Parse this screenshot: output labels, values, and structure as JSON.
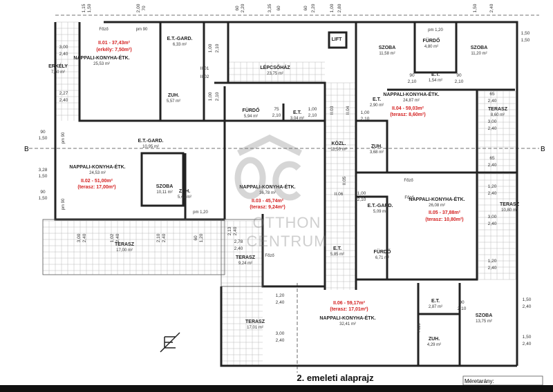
{
  "title": "2. emeleti alaprajz",
  "scale_label": "Méretarány:",
  "section_marker": "B",
  "watermark": {
    "line1": "OTTHON",
    "line2": "CENTRUM"
  },
  "units": [
    {
      "id": "II.01",
      "area": "II.01 - 37,43m²",
      "extra": "(erkély: 7,50m²)"
    },
    {
      "id": "II.02",
      "area": "II.02 - 51,00m²",
      "extra": "(terasz: 17,00m²)"
    },
    {
      "id": "II.03",
      "area": "II.03 - 45,74m²",
      "extra": "(terasz: 9,24m²)"
    },
    {
      "id": "II.04",
      "area": "II.04 - 59,03m²",
      "extra": "(terasz: 8,60m²)"
    },
    {
      "id": "II.05",
      "area": "II.05 - 37,88m²",
      "extra": "(terasz: 10,80m²)"
    },
    {
      "id": "II.06",
      "area": "II.06 - 59,17m²",
      "extra": "(terasz: 17,01m²)"
    }
  ],
  "rooms": [
    {
      "name": "NAPPALI-KONYHA-ÉTK.",
      "area": "25,53 m²"
    },
    {
      "name": "E.T.-GARD.",
      "area": "6,33 m²"
    },
    {
      "name": "ERKÉLY",
      "area": "7,50 m²"
    },
    {
      "name": "ZUH.",
      "area": "5,57 m²"
    },
    {
      "name": "LÉPCSŐHÁZ",
      "area": "23,75 m²"
    },
    {
      "name": "LIFT",
      "area": ""
    },
    {
      "name": "FÜRDŐ",
      "area": "5,94 m²"
    },
    {
      "name": "E.T.",
      "area": "3,04 m²"
    },
    {
      "name": "KÖZL.",
      "area": "11,50 m²"
    },
    {
      "name": "SZOBA",
      "area": "11,58 m²"
    },
    {
      "name": "FÜRDŐ",
      "area": "4,80 m²"
    },
    {
      "name": "SZOBA",
      "area": "11,20 m²"
    },
    {
      "name": "E.T.",
      "area": "1,54 m²"
    },
    {
      "name": "NAPPALI-KONYHA-ÉTK.",
      "area": "24,87 m²"
    },
    {
      "name": "E.T.",
      "area": "2,90 m²"
    },
    {
      "name": "ZUH.",
      "area": "3,68 m²"
    },
    {
      "name": "TERASZ",
      "area": "8,60 m²"
    },
    {
      "name": "E.T.-GARD.",
      "area": "10,95 m²"
    },
    {
      "name": "NAPPALI-KONYHA-ÉTK.",
      "area": "24,53 m²"
    },
    {
      "name": "SZOBA",
      "area": "10,11 m²"
    },
    {
      "name": "ZUH.",
      "area": "5,41 m²"
    },
    {
      "name": "NAPPALI-KONYHA-ÉTK.",
      "area": "36,78 m²"
    },
    {
      "name": "TERASZ",
      "area": "17,00 m²"
    },
    {
      "name": "TERASZ",
      "area": "9,24 m²"
    },
    {
      "name": "E.T.",
      "area": "5,85 m²"
    },
    {
      "name": "E.T.-GARD.",
      "area": "5,09 m²"
    },
    {
      "name": "FÜRDŐ",
      "area": "6,71 m²"
    },
    {
      "name": "NAPPALI-KONYHA-ÉTK.",
      "area": "26,08 m²"
    },
    {
      "name": "TERASZ",
      "area": "10,80 m²"
    },
    {
      "name": "NAPPALI-KONYHA-ÉTK.",
      "area": "32,41 m²"
    },
    {
      "name": "TERASZ",
      "area": "17,01 m²"
    },
    {
      "name": "E.T.",
      "area": "2,87 m²"
    },
    {
      "name": "ZUH.",
      "area": "4,29 m²"
    },
    {
      "name": "SZOBA",
      "area": "13,75 m²"
    }
  ],
  "notes": [
    "Főző",
    "pm 90",
    "pm 1,20",
    "pm 1,20",
    "Főző",
    "Főző",
    "Főző",
    "Főző",
    "pm 90",
    "pm 90"
  ],
  "dimensions": [
    "1,15",
    "1,50",
    "2,00",
    "70",
    "60",
    "2,20",
    "3,35",
    "60",
    "60",
    "2,20",
    "1,00",
    "2,80",
    "1,50",
    "2,40",
    "3,00",
    "2,40",
    "2,27",
    "2,40",
    "90",
    "1,50",
    "3,28",
    "1,50",
    "90",
    "1,50",
    "1,50",
    "1,50",
    "65",
    "2,40",
    "3,00",
    "2,40",
    "65",
    "2,40",
    "3,00",
    "2,40",
    "1,02",
    "2,40",
    "2,10",
    "2,40",
    "60",
    "1,20",
    "2,13",
    "2,40",
    "2,78",
    "2,40",
    "1,20",
    "2,40",
    "3,00",
    "2,40",
    "1,20",
    "2,40",
    "1,20",
    "2,40",
    "3,00",
    "2,40",
    "1,50",
    "2,40",
    "1,50",
    "2,40",
    "1,00",
    "2,10",
    "1,00",
    "2,10",
    "1,00",
    "2,10",
    "1,00",
    "2,10",
    "1,00",
    "2,10",
    "90",
    "2,10",
    "90",
    "2,10",
    "75",
    "2,10",
    "90",
    "2,10",
    "II.01",
    "II.02",
    "II.03",
    "II.04",
    "II.05",
    "II.06"
  ]
}
